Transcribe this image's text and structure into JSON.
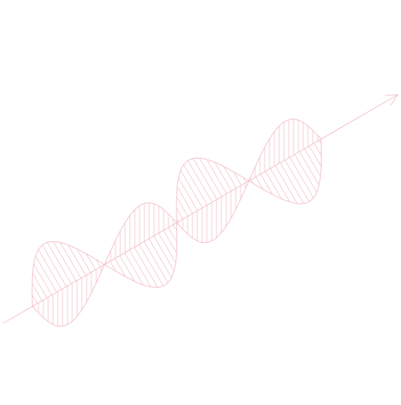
{
  "diagram": {
    "subject": "electromagnetic-wave",
    "stroke_color": "#f4c6cc",
    "background_color": "#ffffff",
    "wave_count": 2,
    "cycles_shown": 2,
    "fill_style": "hatched",
    "arrow_direction": "up-right",
    "labels": []
  }
}
